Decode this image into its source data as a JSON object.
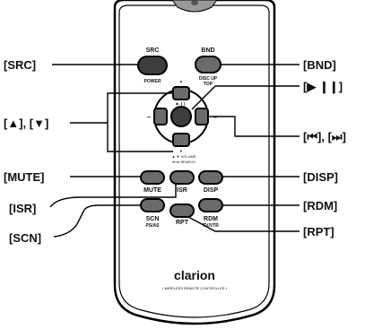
{
  "callouts": {
    "src": "[SRC]",
    "bnd": "[BND]",
    "play": "[▶ ❙❙]",
    "updown": "[▲], [▼]",
    "skip": "[⏮], [⏭]",
    "mute": "[MUTE]",
    "disp": "[DISP]",
    "isr": "[ISR]",
    "rdm": "[RDM]",
    "scn": "[SCN]",
    "rpt": "[RPT]"
  },
  "remote": {
    "src_label": "SRC",
    "src_sub": "POWER",
    "bnd_label": "BND",
    "bnd_sub": "DISC UP",
    "bnd_sub2": "TOP",
    "center_glyph": "▶ ❙❙",
    "volume_text": "▲  ▼  VOLUME",
    "search_text": "⏮ ⏭  SEARCH",
    "mute_label": "MUTE",
    "isr_label": "ISR",
    "disp_label": "DISP",
    "scn_label": "SCN",
    "scn_sub": "PS/AS",
    "rpt_label": "RPT",
    "rdm_label": "RDM",
    "rdm_sub": "TV/VTR",
    "brand": "clarion",
    "tagline": "• WIRELESS REMOTE CONTROLLER •"
  },
  "colors": {
    "button": "#6b6b6b",
    "button_dark": "#3e3e3e",
    "outline": "#000000",
    "body": "#ffffff"
  }
}
